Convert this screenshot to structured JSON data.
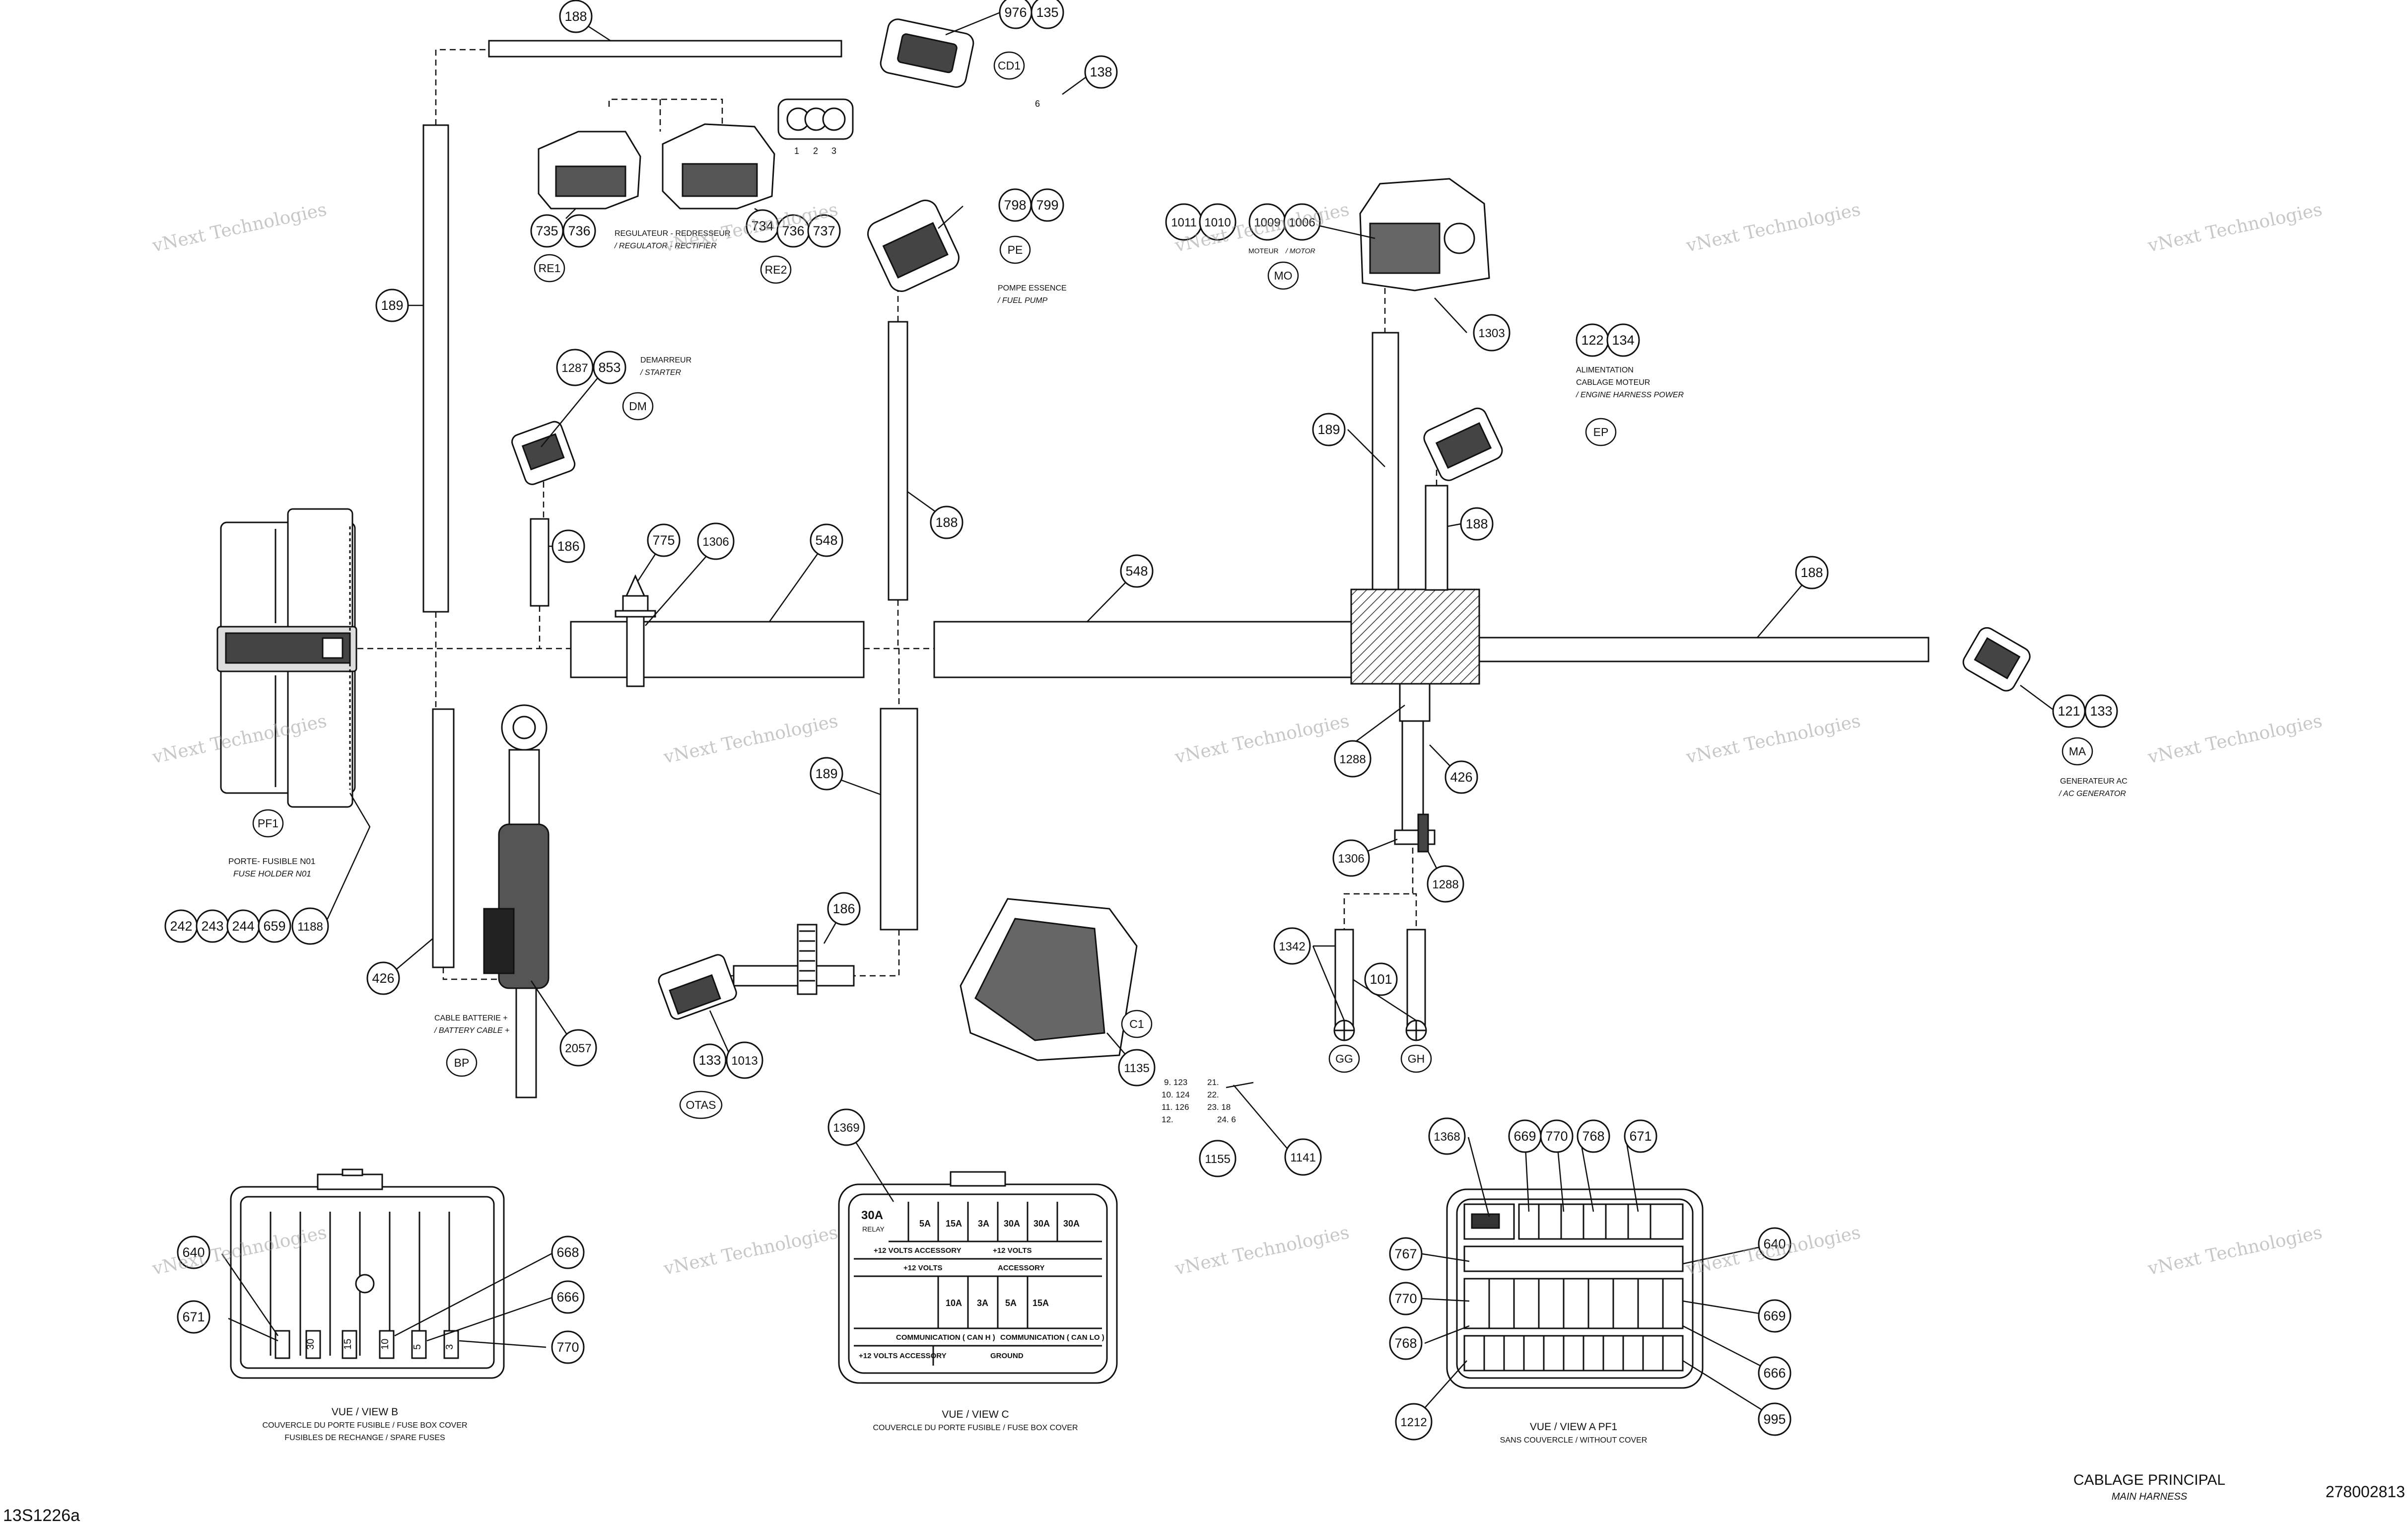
{
  "title": {
    "fr": "CABLAGE PRINCIPAL",
    "en": "MAIN HARNESS"
  },
  "drawing_code": "13S1226a",
  "part_number": "278002813",
  "watermark": "vNext Technologies",
  "colors": {
    "line": "#111111",
    "watermark": "#9a9a9a",
    "hatch": "#333333"
  },
  "callouts": [
    {
      "id": "c188a",
      "text": "188"
    },
    {
      "id": "c976",
      "text": "976"
    },
    {
      "id": "c135",
      "text": "135"
    },
    {
      "id": "c138",
      "text": "138"
    },
    {
      "id": "c189a",
      "text": "189"
    },
    {
      "id": "c735",
      "text": "735"
    },
    {
      "id": "c736",
      "text": "736"
    },
    {
      "id": "c734",
      "text": "734"
    },
    {
      "id": "c736b",
      "text": "736"
    },
    {
      "id": "c737",
      "text": "737"
    },
    {
      "id": "c798",
      "text": "798"
    },
    {
      "id": "c799",
      "text": "799"
    },
    {
      "id": "c1011",
      "text": "1011"
    },
    {
      "id": "c1010",
      "text": "1010"
    },
    {
      "id": "c1009",
      "text": "1009"
    },
    {
      "id": "c1006",
      "text": "1006"
    },
    {
      "id": "c1303",
      "text": "1303"
    },
    {
      "id": "c122",
      "text": "122"
    },
    {
      "id": "c134",
      "text": "134"
    },
    {
      "id": "c1287",
      "text": "1287"
    },
    {
      "id": "c853",
      "text": "853"
    },
    {
      "id": "c189b",
      "text": "189"
    },
    {
      "id": "c188b",
      "text": "188"
    },
    {
      "id": "c186a",
      "text": "186"
    },
    {
      "id": "c775",
      "text": "775"
    },
    {
      "id": "c1306a",
      "text": "1306"
    },
    {
      "id": "c548a",
      "text": "548"
    },
    {
      "id": "c188c",
      "text": "188"
    },
    {
      "id": "c548b",
      "text": "548"
    },
    {
      "id": "c188d",
      "text": "188"
    },
    {
      "id": "c121",
      "text": "121"
    },
    {
      "id": "c133a",
      "text": "133"
    },
    {
      "id": "c1288a",
      "text": "1288"
    },
    {
      "id": "c426a",
      "text": "426"
    },
    {
      "id": "c189c",
      "text": "189"
    },
    {
      "id": "c1306b",
      "text": "1306"
    },
    {
      "id": "c1288b",
      "text": "1288"
    },
    {
      "id": "c242",
      "text": "242"
    },
    {
      "id": "c243",
      "text": "243"
    },
    {
      "id": "c244",
      "text": "244"
    },
    {
      "id": "c659",
      "text": "659"
    },
    {
      "id": "c1188",
      "text": "1188"
    },
    {
      "id": "c186b",
      "text": "186"
    },
    {
      "id": "c1342",
      "text": "1342"
    },
    {
      "id": "c101",
      "text": "101"
    },
    {
      "id": "c426b",
      "text": "426"
    },
    {
      "id": "c2057",
      "text": "2057"
    },
    {
      "id": "c133b",
      "text": "133"
    },
    {
      "id": "c1013",
      "text": "1013"
    },
    {
      "id": "c1135",
      "text": "1135"
    },
    {
      "id": "c1155",
      "text": "1155"
    },
    {
      "id": "c1141",
      "text": "1141"
    },
    {
      "id": "c1369",
      "text": "1369"
    },
    {
      "id": "c1368",
      "text": "1368"
    },
    {
      "id": "c669a",
      "text": "669"
    },
    {
      "id": "c770a",
      "text": "770"
    },
    {
      "id": "c768a",
      "text": "768"
    },
    {
      "id": "c671a",
      "text": "671"
    },
    {
      "id": "c640",
      "text": "640"
    },
    {
      "id": "c668",
      "text": "668"
    },
    {
      "id": "c671b",
      "text": "671"
    },
    {
      "id": "c666a",
      "text": "666"
    },
    {
      "id": "c770b",
      "text": "770"
    },
    {
      "id": "c767",
      "text": "767"
    },
    {
      "id": "c640b",
      "text": "640"
    },
    {
      "id": "c770c",
      "text": "770"
    },
    {
      "id": "c669b",
      "text": "669"
    },
    {
      "id": "c768b",
      "text": "768"
    },
    {
      "id": "c666b",
      "text": "666"
    },
    {
      "id": "c1212",
      "text": "1212"
    },
    {
      "id": "c995",
      "text": "995"
    }
  ],
  "connector_ids": [
    {
      "id": "CD1",
      "text": "CD1"
    },
    {
      "id": "RE1",
      "text": "RE1"
    },
    {
      "id": "RE2",
      "text": "RE2"
    },
    {
      "id": "PE",
      "text": "PE"
    },
    {
      "id": "MO",
      "text": "MO"
    },
    {
      "id": "EP",
      "text": "EP"
    },
    {
      "id": "DM",
      "text": "DM"
    },
    {
      "id": "MA",
      "text": "MA"
    },
    {
      "id": "PF1",
      "text": "PF1"
    },
    {
      "id": "BP",
      "text": "BP"
    },
    {
      "id": "OTAS",
      "text": "OTAS"
    },
    {
      "id": "C1",
      "text": "C1"
    },
    {
      "id": "GG",
      "text": "GG"
    },
    {
      "id": "GH",
      "text": "GH"
    }
  ],
  "notes": {
    "reg_fr": "REGULATEUR - REDRESSEUR",
    "reg_en": "/ REGULATOR - RECTIFIER",
    "pump_fr": "POMPE ESSENCE",
    "pump_en": "/ FUEL PUMP",
    "motor_fr": "MOTEUR",
    "motor_en": "/ MOTOR",
    "starter_fr": "DEMARREUR",
    "starter_en": "/ STARTER",
    "ep_1": "ALIMENTATION",
    "ep_2": "CABLAGE MOTEUR",
    "ep_3": "/ ENGINE HARNESS POWER",
    "ma_fr": "GENERATEUR AC",
    "ma_en": "/ AC GENERATOR",
    "fuse_fr": "PORTE- FUSIBLE N01",
    "fuse_en": "FUSE HOLDER N01",
    "bat_fr": "CABLE BATTERIE +",
    "bat_en": "/ BATTERY CABLE +",
    "pin_1": "1",
    "pin_2": "2",
    "pin_3": "3",
    "pin_6": "6"
  },
  "pin_table": [
    "9. 123",
    "10. 124",
    "11. 126",
    "12.",
    "21.",
    "22.",
    "23. 18",
    "24. 6"
  ],
  "views": {
    "b_title": "VUE / VIEW B",
    "b_sub1": "COUVERCLE DU PORTE FUSIBLE / FUSE BOX COVER",
    "b_sub2": "FUSIBLES DE RECHANGE / SPARE FUSES",
    "c_title": "VUE / VIEW C",
    "c_sub1": "COUVERCLE DU PORTE FUSIBLE / FUSE BOX COVER",
    "a_title": "VUE / VIEW A     PF1",
    "a_sub1": "SANS COUVERCLE / WITHOUT COVER"
  },
  "fuse_cover": {
    "relay": "30A",
    "relay_sub": "RELAY",
    "top_fuses": [
      "5A",
      "15A",
      "3A",
      "30A",
      "30A",
      "30A"
    ],
    "row1": "+12 VOLTS ACCESSORY",
    "row1b": "+12 VOLTS",
    "row2a": "+12 VOLTS",
    "row2b": "ACCESSORY",
    "mid_fuses": [
      "10A",
      "3A",
      "5A",
      "15A"
    ],
    "row3a": "COMMUNICATION ( CAN H )",
    "row3b": "COMMUNICATION ( CAN LO )",
    "row4a": "+12 VOLTS ACCESSORY",
    "row4b": "GROUND"
  },
  "spare_fuses": [
    "30",
    "15",
    "10",
    "5",
    "3"
  ]
}
